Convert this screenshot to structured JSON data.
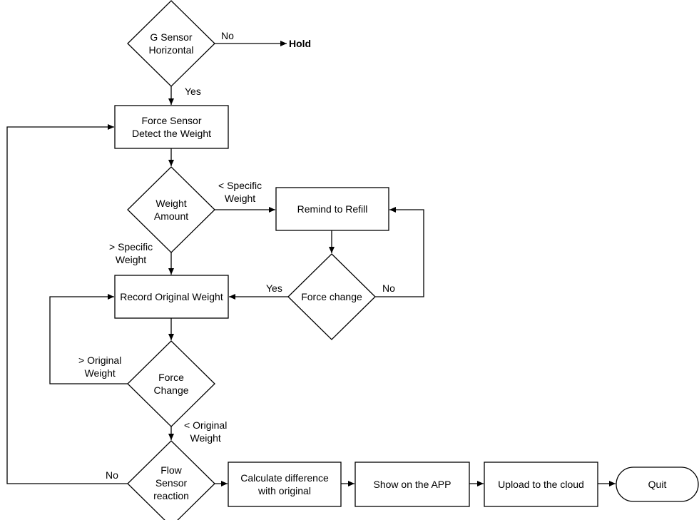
{
  "diagram": {
    "nodes": {
      "g_sensor": "G Sensor\nHorizontal",
      "hold": "Hold",
      "force_detect": "Force Sensor\nDetect the Weight",
      "weight_amount": "Weight\nAmount",
      "remind_refill": "Remind to Refill",
      "force_change_check": "Force change",
      "record_weight": "Record Original Weight",
      "force_change_2": "Force\nChange",
      "flow_sensor": "Flow\nSensor\nreaction",
      "calc_diff": "Calculate difference\nwith original",
      "show_app": "Show on the APP",
      "upload_cloud": "Upload to the cloud",
      "quit": "Quit"
    },
    "edges": {
      "g_no": "No",
      "g_yes": "Yes",
      "less_specific": "< Specific\nWeight",
      "greater_specific": "> Specific\nWeight",
      "fc_yes": "Yes",
      "fc_no": "No",
      "greater_original": "> Original\nWeight",
      "less_original": "< Original\nWeight",
      "flow_no": "No"
    }
  }
}
